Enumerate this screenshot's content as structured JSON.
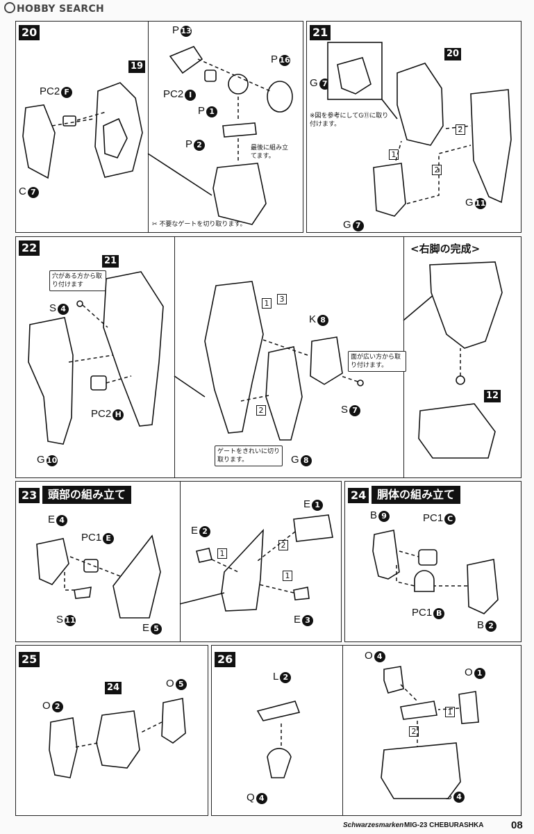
{
  "header": {
    "logo": "HOBBY SEARCH"
  },
  "steps": {
    "s20": {
      "num": "20",
      "ref": "19",
      "labels": {
        "pc2f": "PC2",
        "c7": "C",
        "p13": "P",
        "p16": "P",
        "pc2i": "PC2",
        "p1": "P",
        "p2": "P"
      },
      "circ": {
        "pc2f": "F",
        "c7": "7",
        "p13": "13",
        "p16": "16",
        "pc2i": "I",
        "p1": "1",
        "p2": "2"
      },
      "note_last": "最後に組み立てます。",
      "note_gate": "不要なゲートを切り取ります。"
    },
    "s21": {
      "num": "21",
      "ref": "20",
      "labels": {
        "g7a": "G",
        "g11": "G",
        "g7b": "G"
      },
      "circ": {
        "g7a": "7",
        "g11": "11",
        "g7b": "7"
      },
      "note_ref": "※図を参考にしてG⑪に取り付けます。",
      "seq": [
        "1",
        "2",
        "2"
      ]
    },
    "s22": {
      "num": "22",
      "ref": "21",
      "ref12": "12",
      "labels": {
        "s4": "S",
        "pc2h": "PC2",
        "g10": "G",
        "k8": "K",
        "s7": "S",
        "g8": "G"
      },
      "circ": {
        "s4": "4",
        "pc2h": "H",
        "g10": "10",
        "k8": "8",
        "s7": "7",
        "g8": "8"
      },
      "note_hole": "穴がある方から取り付けます",
      "note_wide": "面が広い方から取り付けます。",
      "note_gate": "ゲートをきれいに切り取ります。",
      "seq": [
        "1",
        "3",
        "2"
      ],
      "complete": "<右脚の完成>"
    },
    "s23": {
      "num": "23",
      "title": "頭部の組み立て",
      "labels": {
        "e4": "E",
        "pc1e": "PC1",
        "s11": "S",
        "e5": "E",
        "e2": "E",
        "e1": "E",
        "e3": "E"
      },
      "circ": {
        "e4": "4",
        "pc1e": "E",
        "s11": "11",
        "e5": "5",
        "e2": "2",
        "e1": "1",
        "e3": "3"
      },
      "seq": [
        "1",
        "2",
        "1"
      ]
    },
    "s24": {
      "num": "24",
      "title": "胴体の組み立て",
      "labels": {
        "b9": "B",
        "pc1c": "PC1",
        "pc1b": "PC1",
        "b2": "B"
      },
      "circ": {
        "b9": "9",
        "pc1c": "C",
        "pc1b": "B",
        "b2": "2"
      }
    },
    "s25": {
      "num": "25",
      "ref": "24",
      "labels": {
        "o2": "O",
        "o5": "O"
      },
      "circ": {
        "o2": "2",
        "o5": "5"
      }
    },
    "s26": {
      "num": "26",
      "labels": {
        "l2": "L",
        "q4": "Q",
        "o4": "O",
        "o1": "O",
        "b4": "B"
      },
      "circ": {
        "l2": "2",
        "q4": "4",
        "o4": "4",
        "o1": "1",
        "b4": "4"
      },
      "seq": [
        "1",
        "2"
      ]
    }
  },
  "footer": {
    "series": "Schwarzesmarken",
    "model": "MIG-23 CHEBURASHKA",
    "page": "08"
  }
}
